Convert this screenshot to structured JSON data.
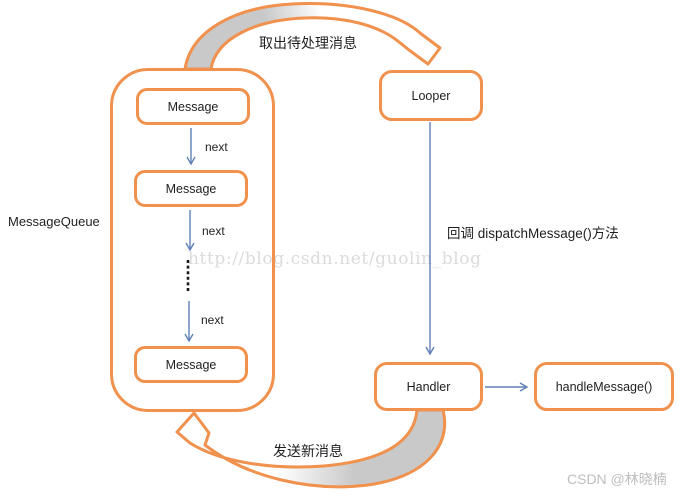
{
  "queue": {
    "label": "MessageQueue",
    "messages": [
      "Message",
      "Message",
      "Message"
    ],
    "next_labels": [
      "next",
      "next",
      "next"
    ]
  },
  "nodes": {
    "looper": "Looper",
    "handler": "Handler",
    "handle_message": "handleMessage()"
  },
  "edges": {
    "fetch_label": "取出待处理消息",
    "dispatch_label": "回调 dispatchMessage()方法",
    "send_label": "发送新消息"
  },
  "watermark": {
    "url_text": "http://blog.csdn.net/guolin_blog",
    "credit_text": "CSDN @林晓楠"
  },
  "colors": {
    "accent_orange": "#F0914D",
    "connector_blue": "#5E81B5",
    "band_gray": "#C9C9C9",
    "watermark_gray": "#DBDBDB",
    "credit_gray": "#BEBEBE"
  }
}
